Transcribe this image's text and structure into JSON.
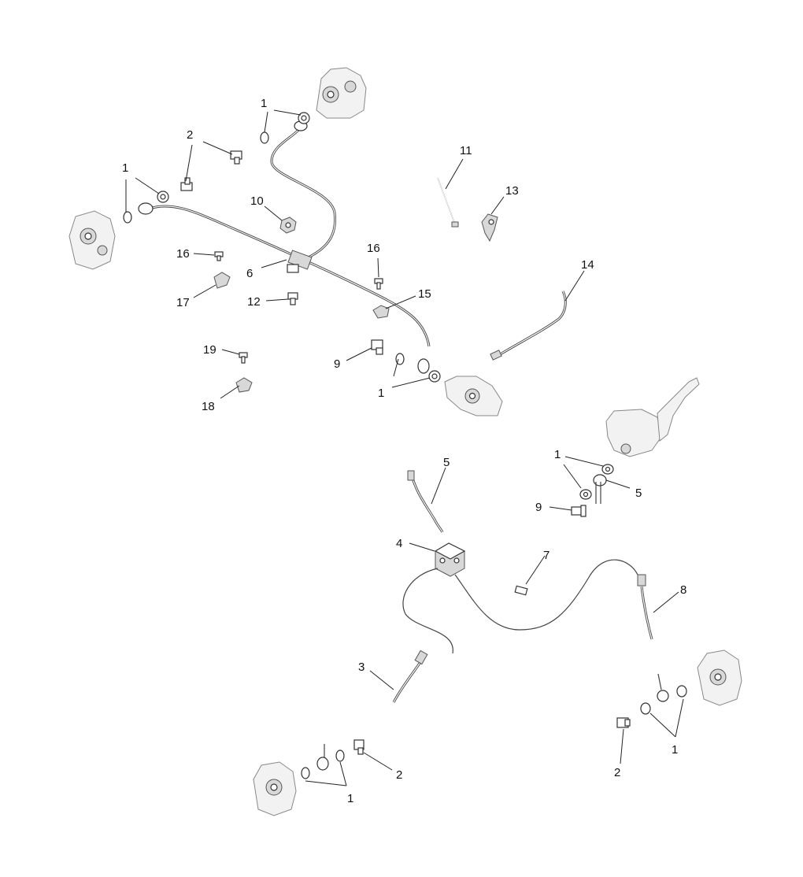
{
  "callouts": {
    "c1_top": "1",
    "c2_top": "2",
    "c1_left": "1",
    "c10": "10",
    "c11": "11",
    "c13": "13",
    "c16_left": "16",
    "c6": "6",
    "c17": "17",
    "c12": "12",
    "c16_mid": "16",
    "c15": "15",
    "c14": "14",
    "c19": "19",
    "c9_mid": "9",
    "c18": "18",
    "c1_mid": "1",
    "c5_top": "5",
    "c1_right": "1",
    "c5_right": "5",
    "c9_right": "9",
    "c4": "4",
    "c7": "7",
    "c8": "8",
    "c3": "3",
    "c2_bottom": "2",
    "c1_bottom": "1",
    "c2_br": "2",
    "c1_br": "1"
  },
  "colors": {
    "ink": "#222222",
    "background": "#ffffff"
  }
}
